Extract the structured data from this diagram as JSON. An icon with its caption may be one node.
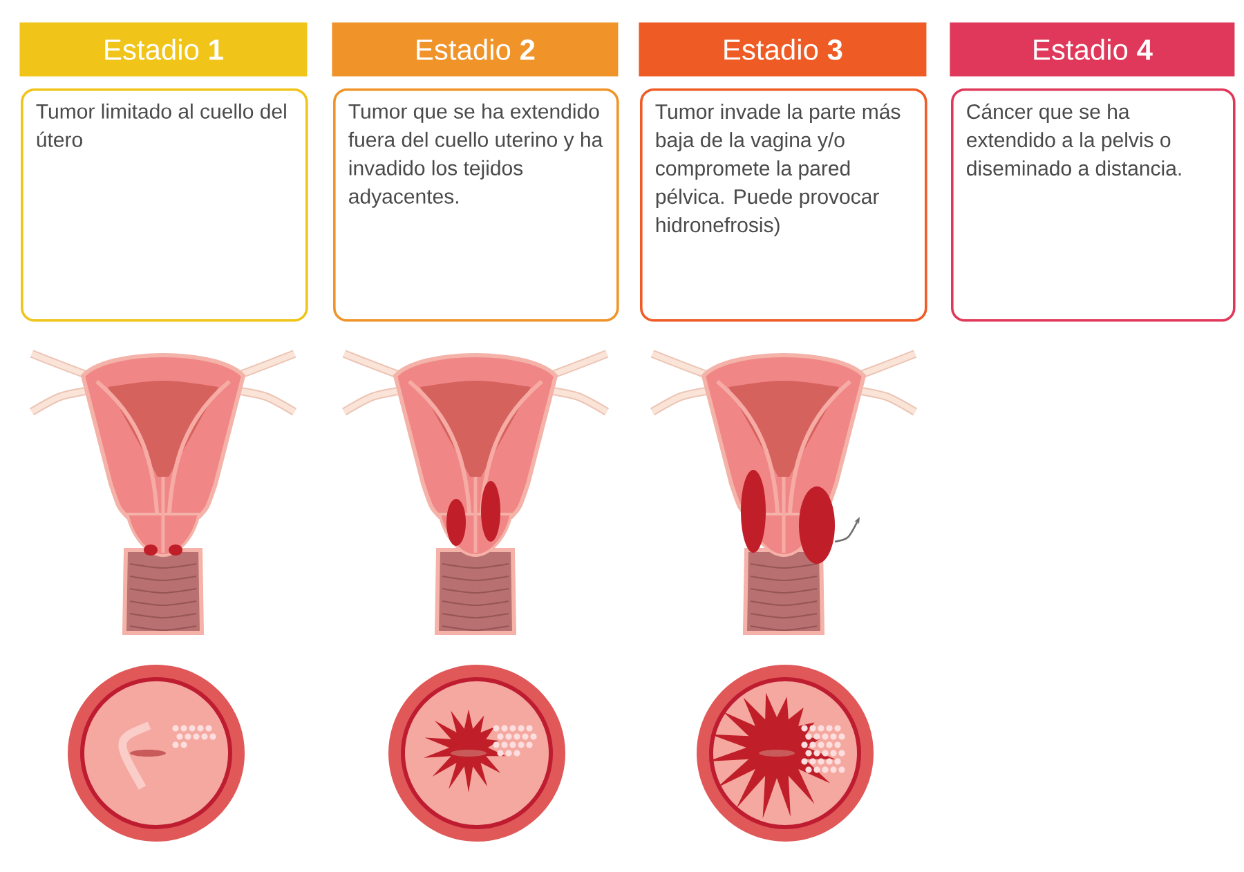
{
  "diagram": {
    "nodes": [
      {
        "text": [
          "Estadio **1**"
        ]
      },
      {
        "text": [
          "Estadio **2**"
        ]
      },
      {
        "text": [
          "Estadio **3**"
        ]
      },
      {
        "text": [
          "Estadio **4**"
        ]
      },
      {
        "text": [
          "Tumor limitado al cuello del útero"
        ]
      },
      {
        "text": [
          "Tumor que se ha extendido fuera del cuello uterino y ha invadido los tejidos adyacentes."
        ]
      },
      {
        "text": [
          "Tumor invade la parte más baja de la vagina y/o compromete la pared pélvica. Puede provocar hidronefrosis)"
        ]
      },
      {
        "text": [
          "Cáncer que se ha extendido a la pelvis o diseminado a distancia."
        ]
      }
    ]
  }
}
